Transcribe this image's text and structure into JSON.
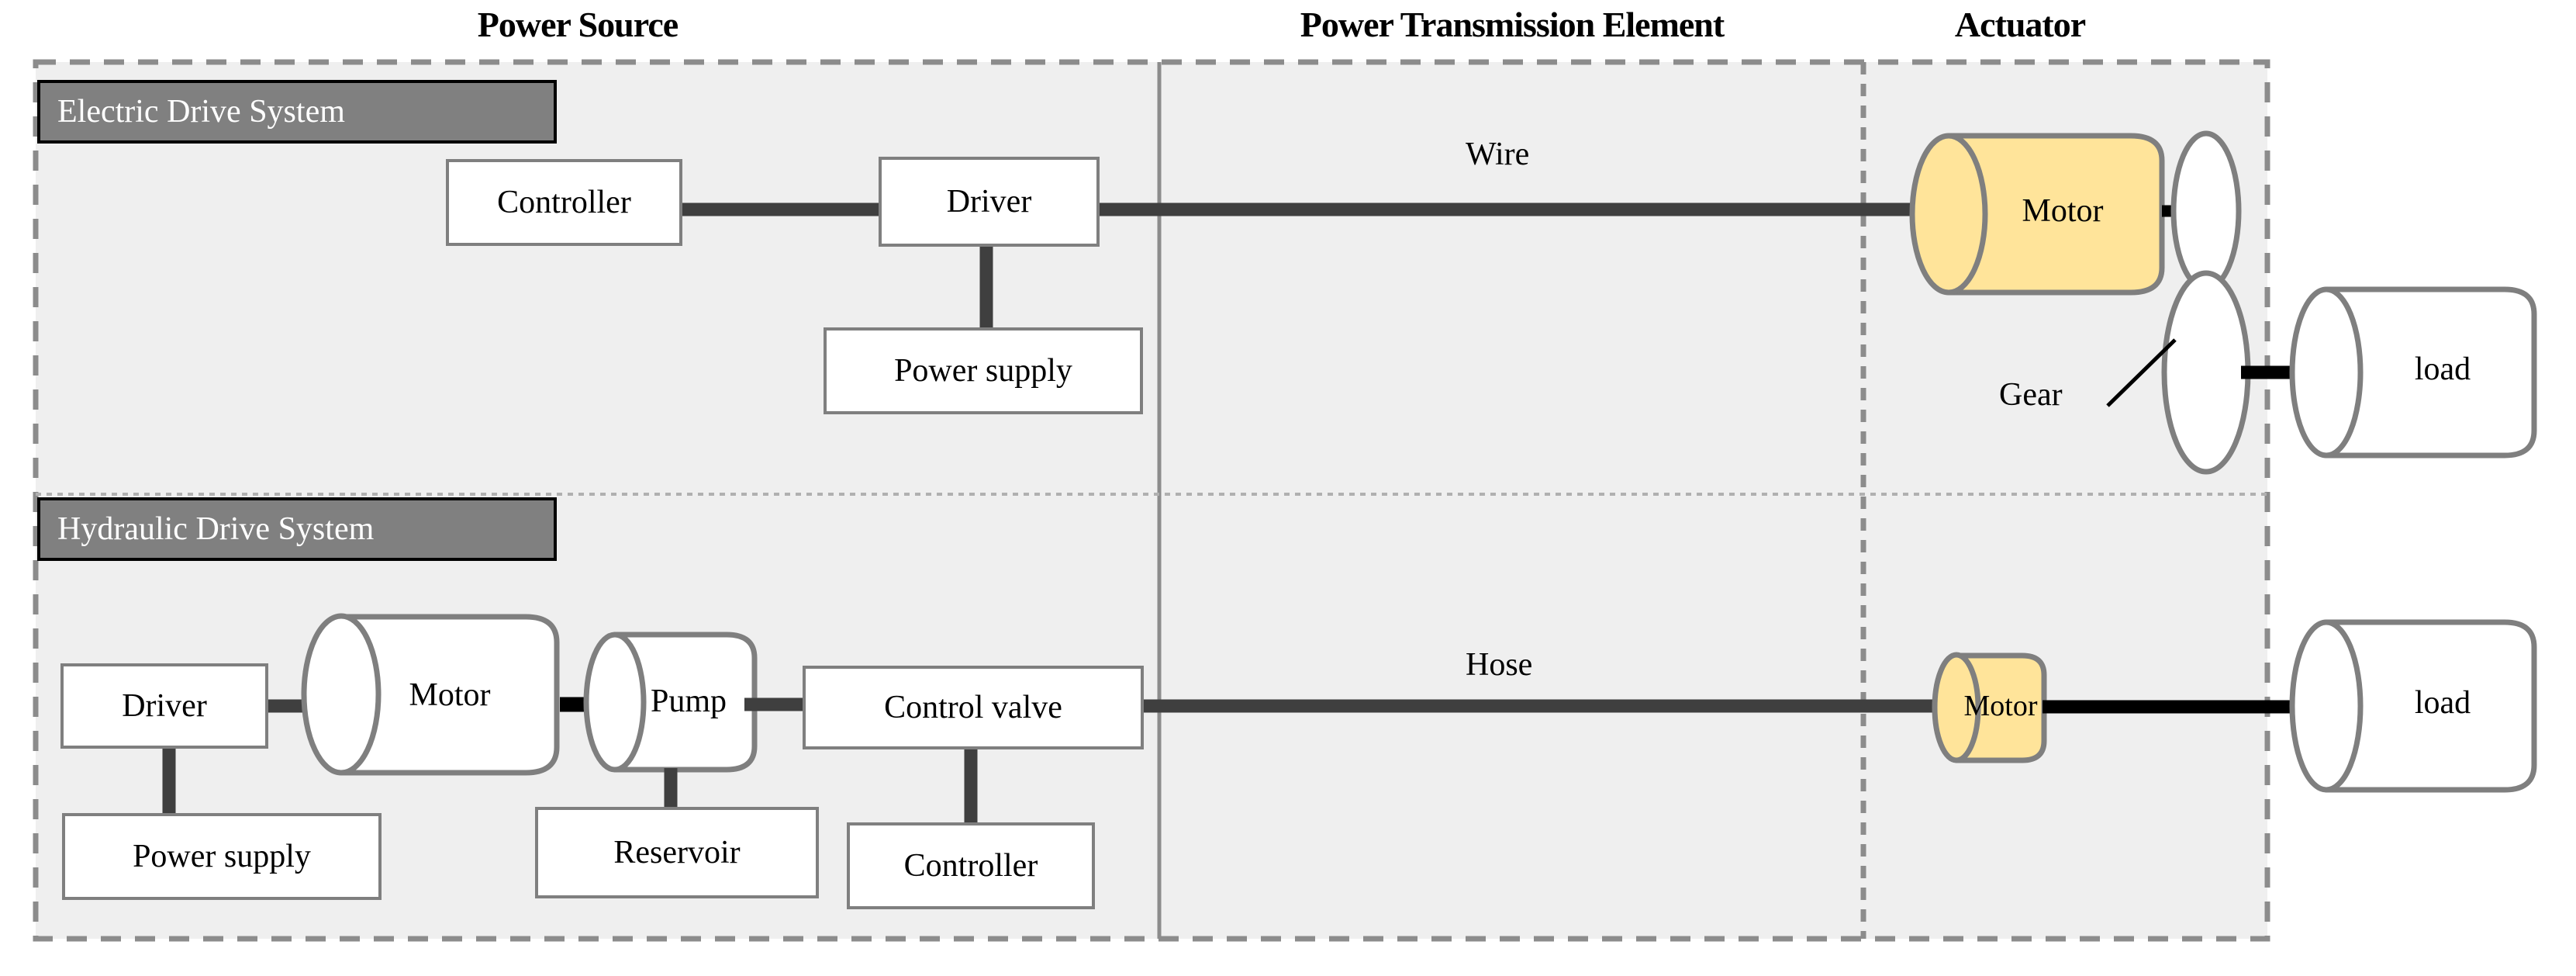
{
  "diagram": {
    "title_bar_color": "#808080",
    "panel_bg": "#efefef",
    "motor_accent": "#ffe49a",
    "shape_stroke": "#7f7f7f",
    "link_color": "#3f3f3f",
    "columns": [
      {
        "key": "power_source",
        "label": "Power Source"
      },
      {
        "key": "power_transmission",
        "label": "Power Transmission Element"
      },
      {
        "key": "actuator",
        "label": "Actuator"
      }
    ],
    "rows": [
      {
        "key": "electric",
        "label": "Electric Drive System"
      },
      {
        "key": "hydraulic",
        "label": "Hydraulic Drive System"
      }
    ],
    "electric": {
      "controller": "Controller",
      "driver": "Driver",
      "power_supply": "Power supply",
      "transmission": "Wire",
      "motor": "Motor",
      "gear": "Gear",
      "load": "load"
    },
    "hydraulic": {
      "driver": "Driver",
      "power_supply": "Power supply",
      "motor": "Motor",
      "pump": "Pump",
      "reservoir": "Reservoir",
      "control_valve": "Control valve",
      "controller": "Controller",
      "transmission": "Hose",
      "actuator_motor": "Motor",
      "load": "load"
    }
  }
}
